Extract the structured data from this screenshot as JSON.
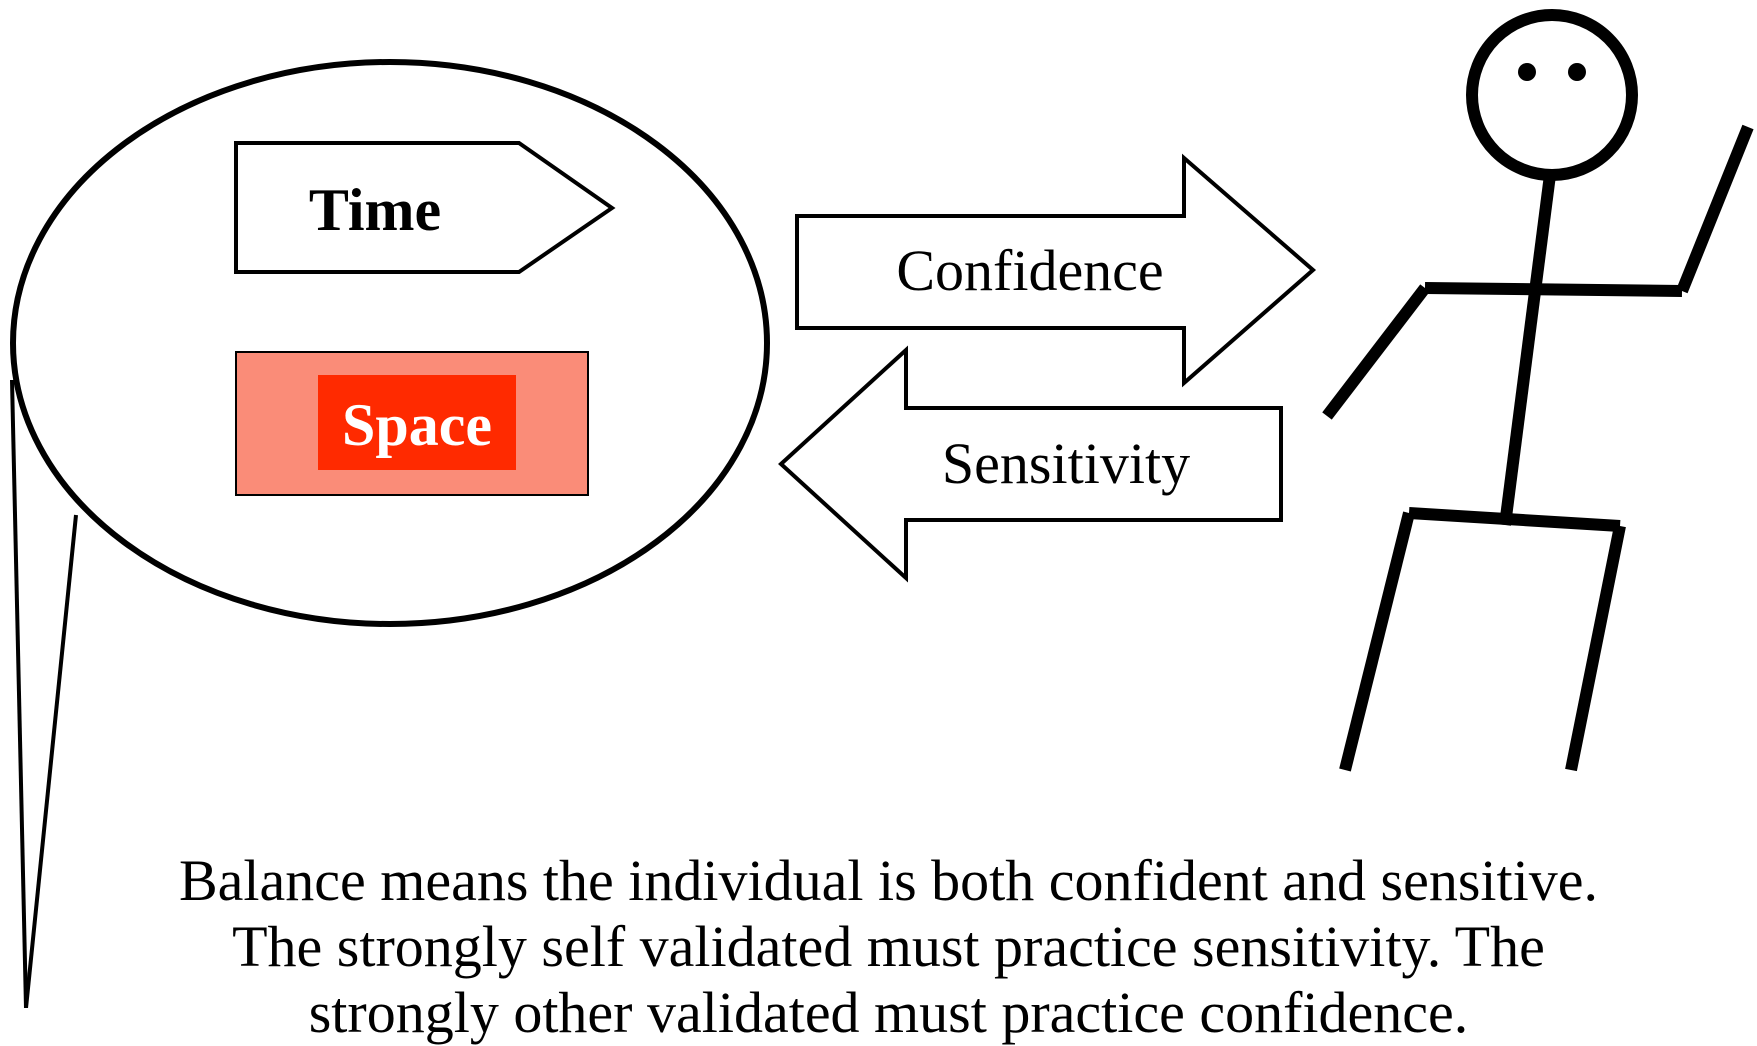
{
  "bubble": {
    "time_label": "Time",
    "space_label": "Space",
    "space_fill": "#FA8C78",
    "space_label_bg": "#FF2A00"
  },
  "arrows": {
    "confidence_label": "Confidence",
    "sensitivity_label": "Sensitivity"
  },
  "caption": {
    "lines": [
      "Balance means the individual is both confident and sensitive.",
      "The strongly self validated must practice sensitivity. The",
      "strongly other validated must practice confidence."
    ]
  }
}
